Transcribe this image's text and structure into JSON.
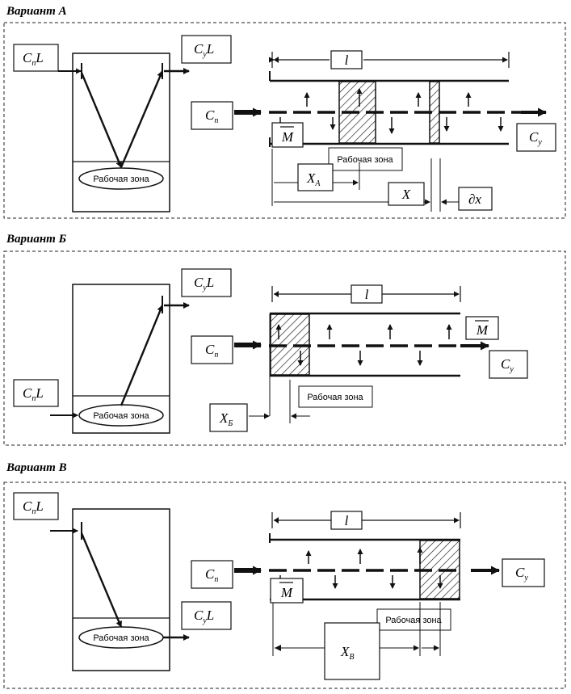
{
  "variants": [
    {
      "title": "Вариант А",
      "zone": "Рабочая зона",
      "zone_bar": "Рабочая зона",
      "cpl": {
        "main": "C",
        "sub": "п",
        "tail": "L"
      },
      "cyl": {
        "main": "C",
        "sub": "у",
        "tail": "L"
      },
      "cp": {
        "main": "C",
        "sub": "п"
      },
      "cy": {
        "main": "C",
        "sub": "у"
      },
      "l": "l",
      "m": "M",
      "x": {
        "main": "X",
        "sub": "А"
      },
      "x2": "X",
      "dx": "∂x"
    },
    {
      "title": "Вариант Б",
      "zone": "Рабочая зона",
      "zone_bar": "Рабочая зона",
      "cpl": {
        "main": "C",
        "sub": "п",
        "tail": "L"
      },
      "cyl": {
        "main": "C",
        "sub": "у",
        "tail": "L"
      },
      "cp": {
        "main": "C",
        "sub": "п"
      },
      "cy": {
        "main": "C",
        "sub": "у"
      },
      "l": "l",
      "m": "M",
      "x": {
        "main": "X",
        "sub": "Б"
      }
    },
    {
      "title": "Вариант В",
      "zone": "Рабочая зона",
      "zone_bar": "Рабочая зона",
      "cpl": {
        "main": "C",
        "sub": "п",
        "tail": "L"
      },
      "cyl": {
        "main": "C",
        "sub": "у",
        "tail": "L"
      },
      "cp": {
        "main": "C",
        "sub": "п"
      },
      "cy": {
        "main": "C",
        "sub": "у"
      },
      "l": "l",
      "m": "M",
      "x": {
        "main": "X",
        "sub": "В"
      }
    }
  ]
}
